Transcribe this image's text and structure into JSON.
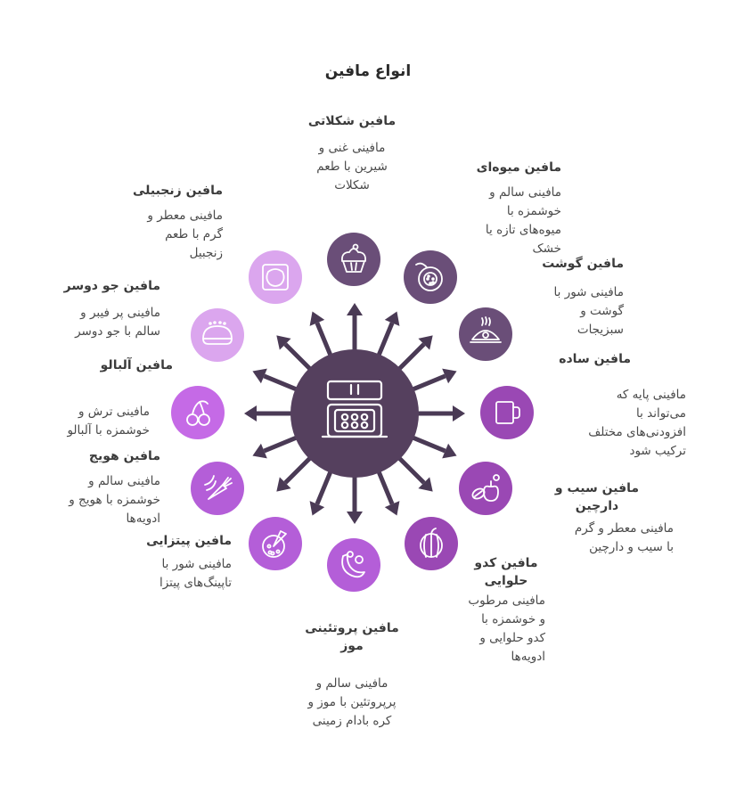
{
  "title": "انواع مافین",
  "colors": {
    "hub": "#55405e",
    "arrow": "#4a3a55",
    "dark_purple": "#6a4e78",
    "purple": "#9a48b4",
    "violet": "#b45ed8",
    "light": "#dba6ee"
  },
  "center": {
    "name": "muffin-tray-icon"
  },
  "items": [
    {
      "id": "chocolate",
      "title": "مافین شکلاتی",
      "desc": [
        "مافینی غنی و",
        "شیرین با طعم",
        "شکلات"
      ],
      "icon": "cupcake-icon",
      "color": "#6a4e78"
    },
    {
      "id": "fruit",
      "title": "مافین میوه‌ای",
      "desc": [
        "مافینی سالم و",
        "خوشمزه با",
        "میوه‌های تازه یا",
        "خشک"
      ],
      "icon": "fruit-icon",
      "color": "#6a4e78"
    },
    {
      "id": "meat",
      "title": "مافین گوشت",
      "desc": [
        "مافینی شور با",
        "گوشت و",
        "سبزیجات"
      ],
      "icon": "meat-dish-icon",
      "color": "#6a4e78"
    },
    {
      "id": "plain",
      "title": "مافین ساده",
      "desc": [
        "مافینی پایه که",
        "می‌تواند با",
        "افزودنی‌های مختلف",
        "ترکیب شود"
      ],
      "icon": "mug-icon",
      "color": "#9a48b4"
    },
    {
      "id": "apple",
      "title": "مافین سیب و دارچین",
      "desc": [
        "مافینی معطر و گرم",
        "با سیب و دارچین"
      ],
      "icon": "apple-cinnamon-icon",
      "color": "#9a48b4"
    },
    {
      "id": "pumpkin",
      "title": "مافین کدو حلوایی",
      "desc": [
        "مافینی مرطوب",
        "و خوشمزه با",
        "کدو حلوایی و",
        "ادویه‌ها"
      ],
      "icon": "pumpkin-icon",
      "color": "#9a48b4"
    },
    {
      "id": "banana",
      "title": "مافین پروتئینی موز",
      "desc": [
        "مافینی سالم و",
        "پرپروتئین با موز و",
        "کره بادام زمینی"
      ],
      "icon": "banana-icon",
      "color": "#b45ed8"
    },
    {
      "id": "pizza",
      "title": "مافین پیتزایی",
      "desc": [
        "مافینی شور با",
        "تاپینگ‌های پیتزا"
      ],
      "icon": "pizza-icon",
      "color": "#b45ed8"
    },
    {
      "id": "carrot",
      "title": "مافین هویج",
      "desc": [
        "مافینی سالم و",
        "خوشمزه با هویج و",
        "ادویه‌ها"
      ],
      "icon": "carrot-icon",
      "color": "#b45ed8"
    },
    {
      "id": "cherry",
      "title": "مافین آلبالو",
      "desc": [
        "مافینی ترش و",
        "خوشمزه با آلبالو"
      ],
      "icon": "cherry-icon",
      "color": "#c56ae6"
    },
    {
      "id": "oat",
      "title": "مافین جو دوسر",
      "desc": [
        "مافینی پر فیبر و",
        "سالم با جو دوسر"
      ],
      "icon": "oat-bun-icon",
      "color": "#dba6ee"
    },
    {
      "id": "ginger",
      "title": "مافین زنجبیلی",
      "desc": [
        "مافینی معطر و",
        "گرم با طعم",
        "زنجبیل"
      ],
      "icon": "ginger-cookie-icon",
      "color": "#dba6ee"
    }
  ]
}
